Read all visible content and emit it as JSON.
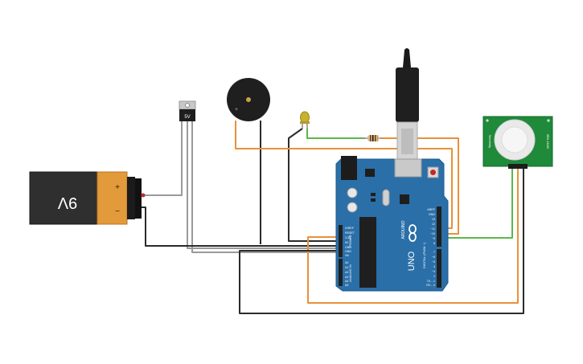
{
  "battery": {
    "label": "9V",
    "plus": "+",
    "minus": "−"
  },
  "regulator": {
    "label": "5V"
  },
  "arduino": {
    "brand": "ARDUINO",
    "model": "UNO",
    "power_label": "POWER",
    "analog_label": "ANALOG IN",
    "digital_label": "DIGITAL (PWM ~)",
    "power_pins": [
      "IOREF",
      "RESET",
      "3.3V",
      "5V",
      "GND",
      "GND",
      "Vin"
    ],
    "analog_pins": [
      "A0",
      "A1",
      "A2",
      "A3",
      "A4",
      "A5"
    ],
    "digital_top_pins": [
      "AREF",
      "GND",
      "13",
      "12",
      "~11",
      "~10",
      "~9",
      "8"
    ],
    "digital_bottom_pins": [
      "7",
      "~6",
      "~5",
      "4",
      "~3",
      "2",
      "TX→1",
      "RX←0"
    ]
  },
  "pir": {
    "side_left": "Sensitivity",
    "side_right": "SEN-13285"
  },
  "colors": {
    "wire_orange": "#e8913a",
    "wire_green": "#5bb84a",
    "wire_black": "#2b2b2b",
    "wire_gray": "#9a9a9a",
    "board_blue": "#2a6fa8",
    "pir_green": "#1f8a3a"
  }
}
